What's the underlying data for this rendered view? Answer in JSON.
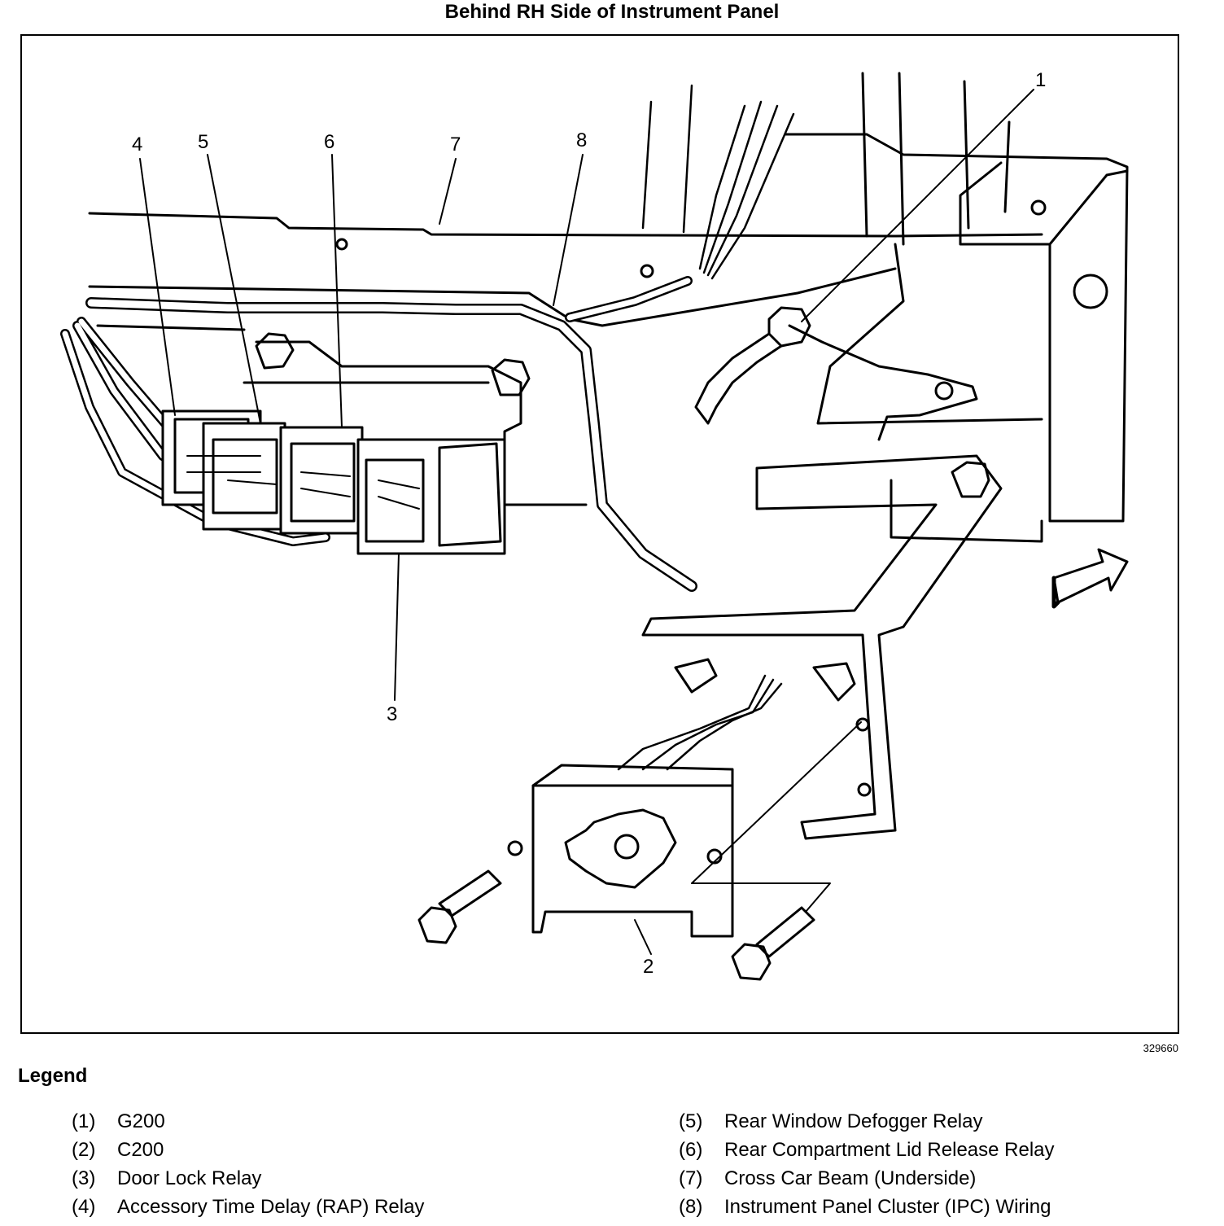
{
  "title": "Behind RH Side of Instrument Panel",
  "figure_id": "329660",
  "legend_heading": "Legend",
  "callouts": [
    "1",
    "2",
    "3",
    "4",
    "5",
    "6",
    "7",
    "8"
  ],
  "legend": {
    "left": [
      {
        "num": "(1)",
        "text": "G200"
      },
      {
        "num": "(2)",
        "text": "C200"
      },
      {
        "num": "(3)",
        "text": "Door Lock Relay"
      },
      {
        "num": "(4)",
        "text": "Accessory Time Delay (RAP) Relay"
      }
    ],
    "right": [
      {
        "num": "(5)",
        "text": "Rear Window Defogger Relay"
      },
      {
        "num": "(6)",
        "text": "Rear Compartment Lid Release Relay"
      },
      {
        "num": "(7)",
        "text": "Cross Car Beam (Underside)"
      },
      {
        "num": "(8)",
        "text": "Instrument Panel Cluster (IPC) Wiring"
      }
    ]
  }
}
